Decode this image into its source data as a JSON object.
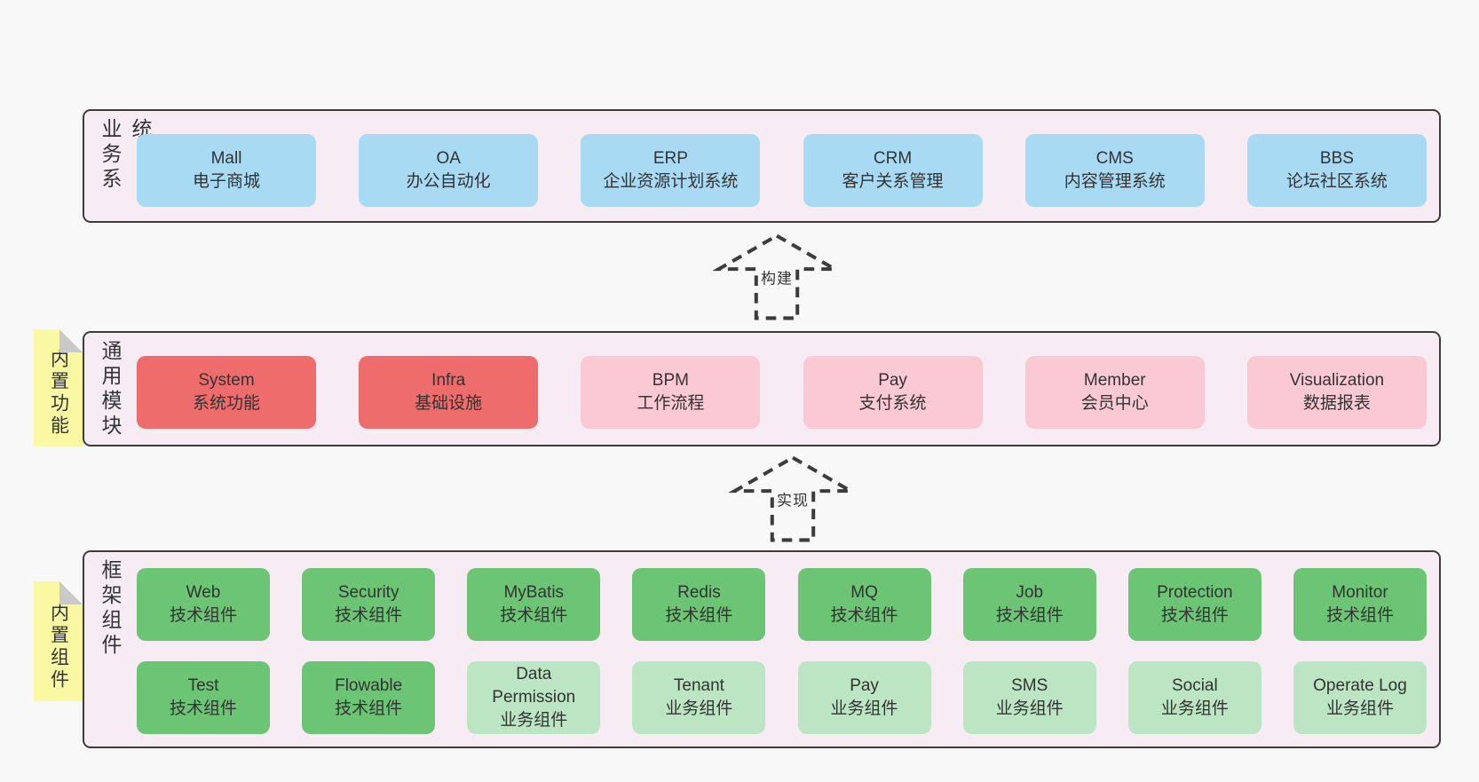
{
  "colors": {
    "page_bg": "#f8f8f8",
    "section_bg": "#f8ecf4",
    "section_border": "#3c3c3c",
    "box_blue": "#a9daf3",
    "box_red": "#ef6c6c",
    "box_pink": "#fac9d3",
    "box_green": "#6cc475",
    "box_light_green": "#bce5c4",
    "sticky_yellow": "#fbf8a3",
    "sticky_fold": "#c9c9c9",
    "text": "#333333"
  },
  "arrows": [
    {
      "id": "build",
      "label": "构建"
    },
    {
      "id": "implement",
      "label": "实现"
    }
  ],
  "stickies": [
    {
      "id": "builtin-features",
      "label": "内置功能"
    },
    {
      "id": "builtin-components",
      "label": "内置组件"
    }
  ],
  "sections": [
    {
      "id": "business-systems",
      "label": "业务系统",
      "rows": [
        [
          {
            "name": "Mall",
            "desc": "电子商城",
            "variant": "blue"
          },
          {
            "name": "OA",
            "desc": "办公自动化",
            "variant": "blue"
          },
          {
            "name": "ERP",
            "desc": "企业资源计划系统",
            "variant": "blue"
          },
          {
            "name": "CRM",
            "desc": "客户关系管理",
            "variant": "blue"
          },
          {
            "name": "CMS",
            "desc": "内容管理系统",
            "variant": "blue"
          },
          {
            "name": "BBS",
            "desc": "论坛社区系统",
            "variant": "blue"
          }
        ]
      ]
    },
    {
      "id": "common-modules",
      "label": "通用模块",
      "rows": [
        [
          {
            "name": "System",
            "desc": "系统功能",
            "variant": "red"
          },
          {
            "name": "Infra",
            "desc": "基础设施",
            "variant": "red"
          },
          {
            "name": "BPM",
            "desc": "工作流程",
            "variant": "pink"
          },
          {
            "name": "Pay",
            "desc": "支付系统",
            "variant": "pink"
          },
          {
            "name": "Member",
            "desc": "会员中心",
            "variant": "pink"
          },
          {
            "name": "Visualization",
            "desc": "数据报表",
            "variant": "pink"
          }
        ]
      ]
    },
    {
      "id": "framework-components",
      "label": "框架组件",
      "rows": [
        [
          {
            "name": "Web",
            "desc": "技术组件",
            "variant": "green"
          },
          {
            "name": "Security",
            "desc": "技术组件",
            "variant": "green"
          },
          {
            "name": "MyBatis",
            "desc": "技术组件",
            "variant": "green"
          },
          {
            "name": "Redis",
            "desc": "技术组件",
            "variant": "green"
          },
          {
            "name": "MQ",
            "desc": "技术组件",
            "variant": "green"
          },
          {
            "name": "Job",
            "desc": "技术组件",
            "variant": "green"
          },
          {
            "name": "Protection",
            "desc": "技术组件",
            "variant": "green"
          },
          {
            "name": "Monitor",
            "desc": "技术组件",
            "variant": "green"
          }
        ],
        [
          {
            "name": "Test",
            "desc": "技术组件",
            "variant": "green"
          },
          {
            "name": "Flowable",
            "desc": "技术组件",
            "variant": "green"
          },
          {
            "name": "Data Permission",
            "desc": "业务组件",
            "variant": "light-green"
          },
          {
            "name": "Tenant",
            "desc": "业务组件",
            "variant": "light-green"
          },
          {
            "name": "Pay",
            "desc": "业务组件",
            "variant": "light-green"
          },
          {
            "name": "SMS",
            "desc": "业务组件",
            "variant": "light-green"
          },
          {
            "name": "Social",
            "desc": "业务组件",
            "variant": "light-green"
          },
          {
            "name": "Operate Log",
            "desc": "业务组件",
            "variant": "light-green"
          }
        ]
      ]
    }
  ]
}
